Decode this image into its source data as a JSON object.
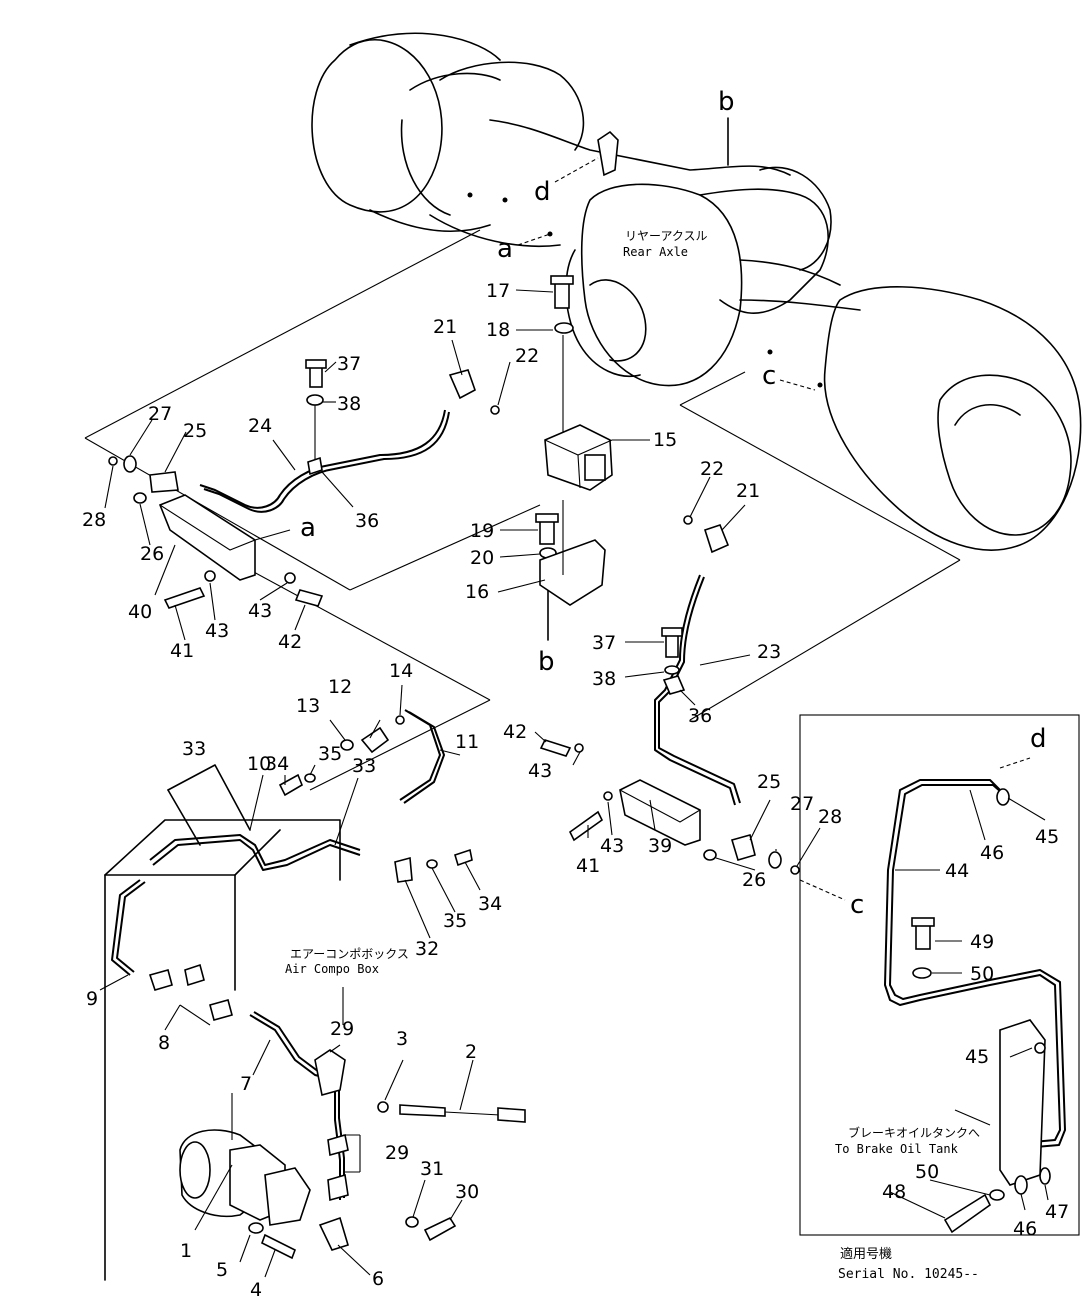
{
  "notes": {
    "rear_axle_jp": "リヤーアクスル",
    "rear_axle_en": "Rear Axle",
    "air_compo_jp": "エアーコンポボックス",
    "air_compo_en": "Air Compo Box",
    "brake_tank_jp": "ブレーキオイルタンクへ",
    "brake_tank_en": "To Brake Oil Tank",
    "serial_jp": "適用号機",
    "serial_en": "Serial No. 10245--"
  },
  "refs": {
    "a": "a",
    "b": "b",
    "c": "c",
    "d": "d"
  },
  "callouts": {
    "n1": "1",
    "n2": "2",
    "n3": "3",
    "n4": "4",
    "n5": "5",
    "n6": "6",
    "n7": "7",
    "n8": "8",
    "n9": "9",
    "n10": "10",
    "n11": "11",
    "n12": "12",
    "n13": "13",
    "n14": "14",
    "n15": "15",
    "n16": "16",
    "n17": "17",
    "n18": "18",
    "n19": "19",
    "n20": "20",
    "n21": "21",
    "n22": "22",
    "n23": "23",
    "n24": "24",
    "n25": "25",
    "n26": "26",
    "n27": "27",
    "n28": "28",
    "n29": "29",
    "n30": "30",
    "n31": "31",
    "n32": "32",
    "n33": "33",
    "n34": "34",
    "n35": "35",
    "n36": "36",
    "n37": "37",
    "n38": "38",
    "n39": "39",
    "n40": "40",
    "n41": "41",
    "n42": "42",
    "n43": "43",
    "n44": "44",
    "n45": "45",
    "n46": "46",
    "n47": "47",
    "n48": "48",
    "n49": "49",
    "n50": "50"
  }
}
